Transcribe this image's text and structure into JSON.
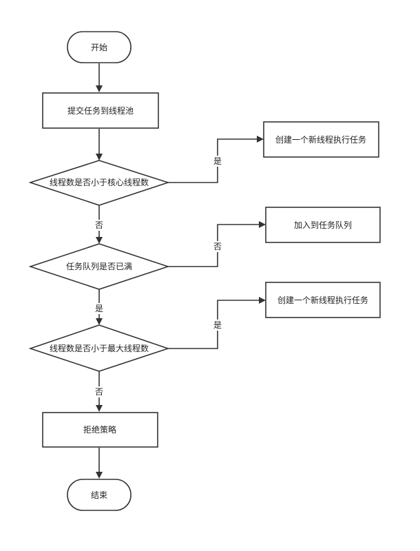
{
  "nodes": {
    "start": "开始",
    "submit": "提交任务到线程池",
    "check_core": "线程数是否小于核心线程数",
    "create_core": "创建一个新线程执行任务",
    "check_queue": "任务队列是否已满",
    "enqueue": "加入到任务队列",
    "check_max": "线程数是否小于最大线程数",
    "create_max": "创建一个新线程执行任务",
    "reject": "拒绝策略",
    "end": "结束"
  },
  "edge_labels": {
    "core_yes": "是",
    "core_no": "否",
    "queue_no": "否",
    "queue_yes": "是",
    "max_yes": "是",
    "max_no": "否"
  }
}
